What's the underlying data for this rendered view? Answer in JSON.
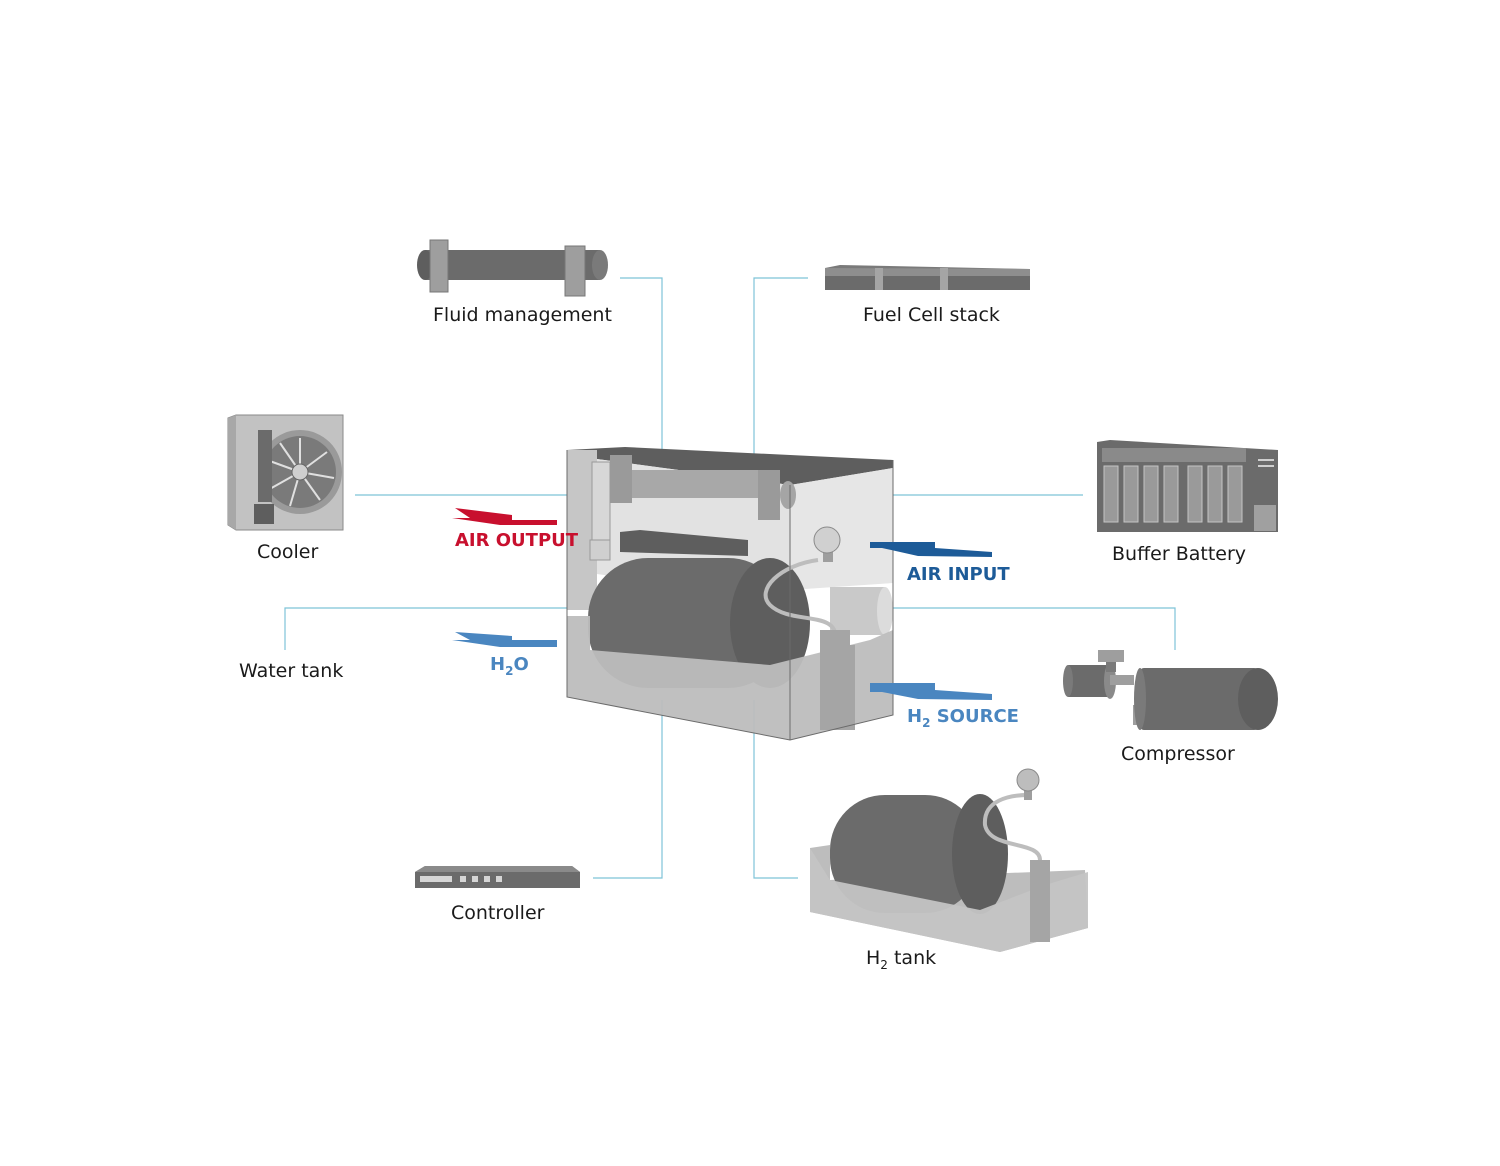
{
  "components": {
    "fluid_management": "Fluid management",
    "fuel_cell_stack": "Fuel Cell stack",
    "cooler": "Cooler",
    "buffer_battery": "Buffer Battery",
    "water_tank": "Water tank",
    "compressor": "Compressor",
    "controller": "Controller",
    "h2_tank": {
      "main": "H",
      "sub": "2",
      "rest": " tank"
    }
  },
  "flows": {
    "air_output": "AIR OUTPUT",
    "air_input": "AIR INPUT",
    "h2o": {
      "main": "H",
      "sub": "2",
      "rest": "O"
    },
    "h2_source": {
      "main": "H",
      "sub": "2",
      "rest": " SOURCE"
    }
  },
  "colors": {
    "leader_line": "#7ec3d8",
    "air_output": "#c8102e",
    "air_input": "#1d5b98",
    "h2": "#4a86c0",
    "dark_gray": "#6b6b6b",
    "light_gray": "#bdbdbd"
  }
}
